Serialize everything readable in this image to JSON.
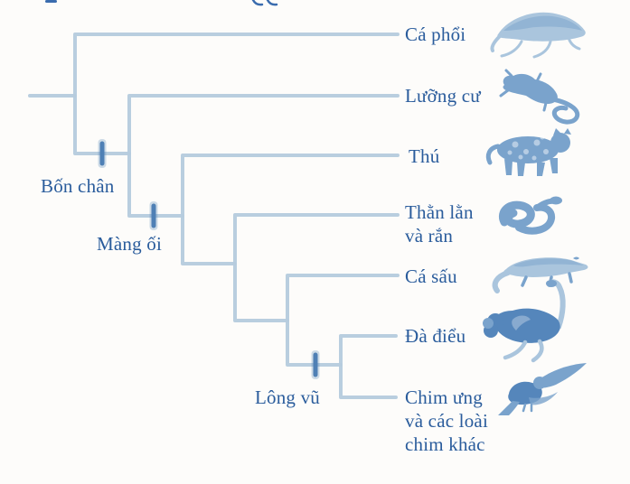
{
  "figure": {
    "type": "cladogram",
    "colors": {
      "branch": "#b5cbdd",
      "tick": "#4f80b5",
      "text": "#2a5c9c",
      "icon_light": "#aac5dd",
      "icon_medium": "#7aa3cc",
      "icon_dark": "#5586bb"
    },
    "traits": [
      {
        "label": "Bốn chân"
      },
      {
        "label": "Màng ối"
      },
      {
        "label": "Lông vũ"
      }
    ],
    "taxa": [
      {
        "label": "Cá phổi",
        "icon": "lungfish-icon"
      },
      {
        "label": "Lưỡng cư",
        "icon": "salamander-icon"
      },
      {
        "label": "Thú",
        "icon": "mammal-icon"
      },
      {
        "label": "Thằn lằn\nvà rắn",
        "icon": "snake-icon"
      },
      {
        "label": "Cá sấu",
        "icon": "crocodile-icon"
      },
      {
        "label": "Đà điểu",
        "icon": "ostrich-icon"
      },
      {
        "label": "Chim ưng\nvà các loài\nchim khác",
        "icon": "hawk-icon"
      }
    ],
    "topology_newick": "(Cá phổi,(Lưỡng cư,(Thú,(Thằn lằn và rắn,(Cá sấu,(Đà điểu,Chim ưng và các loài chim khác))))))"
  }
}
